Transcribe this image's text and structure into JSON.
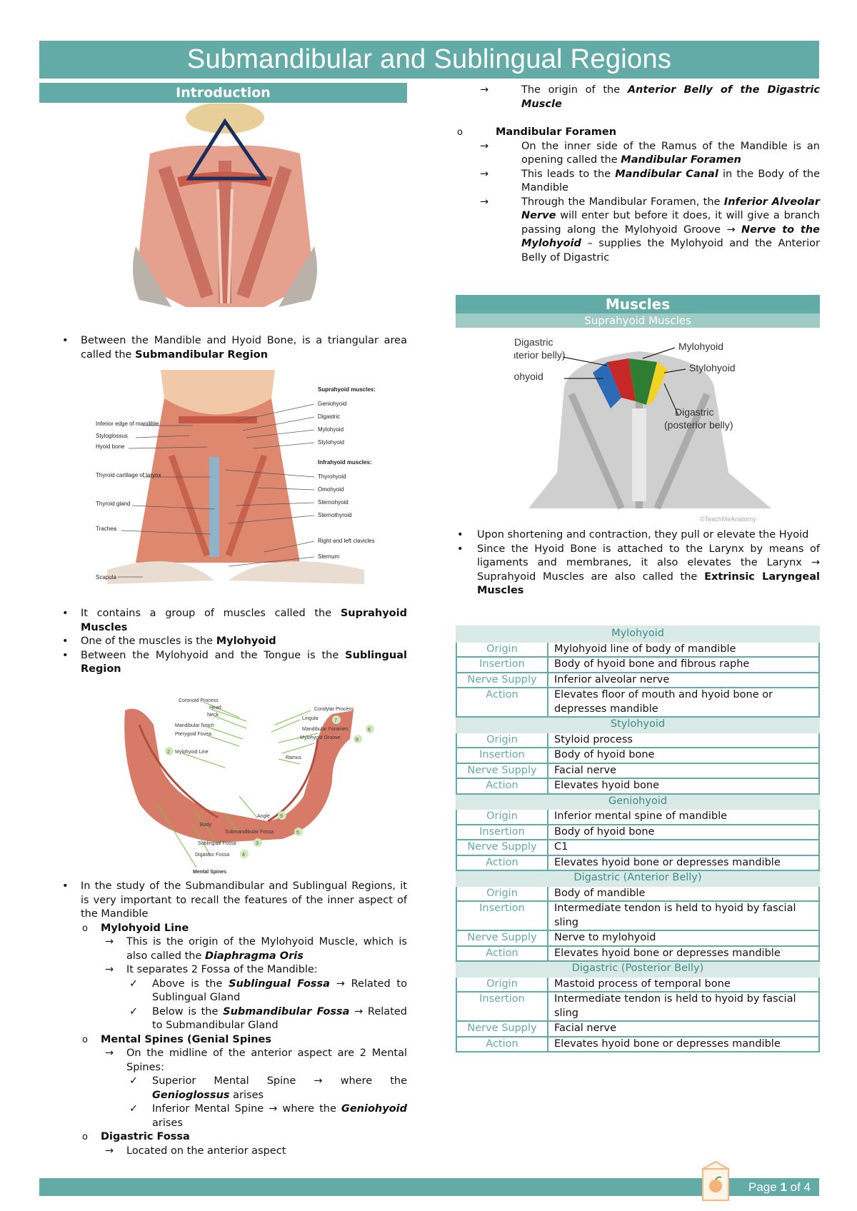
{
  "title": "Submandibular and Sublingual Regions",
  "introduction": {
    "header": "Introduction",
    "bullet1_a": "Between the Mandible and Hyoid Bone, is a triangular area called the ",
    "bullet1_b": "Submandibular Region",
    "fig2_labels": {
      "left": [
        "Inferior edge of mandible",
        "Styloglossus",
        "Hyoid bone",
        "Thyroid cartilage of larynx",
        "Thyroid gland",
        "Trachea",
        "Scapula"
      ],
      "supra_head": "Suprahyoid muscles:",
      "supra": [
        "Geniohyoid",
        "Digastric",
        "Mylohyoid",
        "Stylohyoid"
      ],
      "infra_head": "Infrahyoid muscles:",
      "infra": [
        "Thyrohyoid",
        "Omohyoid",
        "Sternohyoid",
        "Sternothyroid"
      ],
      "bottom_right": [
        "Right and left clavicles",
        "Sternum"
      ]
    },
    "bullet2_a": "It contains a group of muscles called the ",
    "bullet2_b": "Suprahyoid Muscles",
    "bullet3_a": "One of the muscles is the ",
    "bullet3_b": "Mylohyoid",
    "bullet4_a": "Between the Mylohyoid and the Tongue is the ",
    "bullet4_b": "Sublingual Region",
    "fig3_labels": {
      "left": [
        "Coronoid Process",
        "Head",
        "Neck",
        "Mandibular Notch",
        "Pterygoid Fovea",
        "Mylohyoid Line"
      ],
      "right": [
        "Condylar Process",
        "Lingula",
        "Mandibular Foramen",
        "Mylohyoid Groove",
        "Ramus"
      ],
      "bottom": [
        "Angle",
        "Body",
        "Submandibular Fossa",
        "Sublingual Fossa",
        "Digastric Fossa",
        "Mental Spines"
      ],
      "nums": [
        "7",
        "6",
        "8",
        "2",
        "9",
        "5",
        "3",
        "4"
      ]
    },
    "bullet5": "In the study of the Submandibular and Sublingual Regions, it is very important to recall the features of the inner aspect of the Mandible",
    "mylohyoid_line": "Mylohyoid Line",
    "ml_a1": "This is the origin of the Mylohyoid Muscle, which is also called the ",
    "ml_a1_b": "Diaphragma Oris",
    "ml_a2": "It separates 2 Fossa of the Mandible:",
    "ml_c1_a": "Above is the ",
    "ml_c1_b": "Sublingual Fossa",
    "ml_c1_c": " → Related to Sublingual Gland",
    "ml_c2_a": "Below is the ",
    "ml_c2_b": "Submandibular Fossa",
    "ml_c2_c": " → Related to Submandibular Gland",
    "mental_spines": "Mental Spines (Genial Spines",
    "ms_a1": "On the midline of the anterior aspect are 2 Mental Spines:",
    "ms_c1_a": "Superior Mental Spine → where the ",
    "ms_c1_b": "Genioglossus",
    "ms_c1_c": " arises",
    "ms_c2_a": "Inferior Mental Spine → where the ",
    "ms_c2_b": "Geniohyoid",
    "ms_c2_c": " arises",
    "digastric_fossa": "Digastric Fossa",
    "df_a1": "Located on the anterior aspect"
  },
  "right_column": {
    "df_a2_a": "The origin of the ",
    "df_a2_b": "Anterior Belly of the Digastric Muscle",
    "mandibular_foramen": "Mandibular Foramen",
    "mf_a1_a": "On the inner side of the Ramus of the Mandible is an opening called the ",
    "mf_a1_b": "Mandibular Foramen",
    "mf_a2_a": "This leads to the ",
    "mf_a2_b": "Mandibular Canal",
    "mf_a2_c": " in the Body of the Mandible",
    "mf_a3_a": "Through the Mandibular Foramen, the ",
    "mf_a3_b": "Inferior Alveolar Nerve",
    "mf_a3_c": " will enter but before it does, it will give a branch passing along the Mylohyoid Groove → ",
    "mf_a3_d": "Nerve to the Mylohyoid",
    "mf_a3_e": " – supplies the Mylohyoid and the Anterior Belly of Digastric",
    "muscles_header": "Muscles",
    "suprahyoid_header": "Suprahyoid Muscles",
    "fig4_labels": {
      "digastric_ant": "Digastric",
      "digastric_ant_sub": "(anterior belly)",
      "geniohyoid": "Geniohyoid",
      "mylohyoid": "Mylohyoid",
      "stylohyoid": "Stylohyoid",
      "digastric_post": "Digastric",
      "digastric_post_sub": "(posterior belly)",
      "watermark": "©TeachMeAnatomy"
    },
    "bullet6": "Upon shortening and contraction, they pull or elevate the Hyoid",
    "bullet7_a": "Since the Hyoid Bone is attached to the Larynx by means of ligaments and membranes, it also elevates the Larynx → Suprahyoid Muscles are also called the ",
    "bullet7_b": "Extrinsic Laryngeal Muscles"
  },
  "muscle_table": [
    {
      "name": "Mylohyoid",
      "rows": [
        {
          "k": "Origin",
          "v": "Mylohyoid line of body of mandible"
        },
        {
          "k": "Insertion",
          "v": "Body of hyoid bone and fibrous raphe"
        },
        {
          "k": "Nerve Supply",
          "v": "Inferior alveolar nerve"
        },
        {
          "k": "Action",
          "v": "Elevates floor of mouth and hyoid bone or depresses mandible"
        }
      ]
    },
    {
      "name": "Stylohyoid",
      "rows": [
        {
          "k": "Origin",
          "v": "Styloid process"
        },
        {
          "k": "Insertion",
          "v": "Body of hyoid bone"
        },
        {
          "k": "Nerve Supply",
          "v": "Facial nerve"
        },
        {
          "k": "Action",
          "v": "Elevates hyoid bone"
        }
      ]
    },
    {
      "name": "Geniohyoid",
      "rows": [
        {
          "k": "Origin",
          "v": "Inferior mental spine of mandible"
        },
        {
          "k": "Insertion",
          "v": "Body of hyoid bone"
        },
        {
          "k": "Nerve Supply",
          "v": "C1"
        },
        {
          "k": "Action",
          "v": "Elevates hyoid bone or depresses mandible"
        }
      ]
    },
    {
      "name": "Digastric (Anterior Belly)",
      "rows": [
        {
          "k": "Origin",
          "v": "Body of mandible"
        },
        {
          "k": "Insertion",
          "v": "Intermediate tendon is held to hyoid by fascial sling"
        },
        {
          "k": "Nerve Supply",
          "v": "Nerve to mylohyoid"
        },
        {
          "k": "Action",
          "v": "Elevates hyoid bone or depresses mandible"
        }
      ]
    },
    {
      "name": "Digastric (Posterior Belly)",
      "rows": [
        {
          "k": "Origin",
          "v": "Mastoid process of temporal bone"
        },
        {
          "k": "Insertion",
          "v": "Intermediate tendon is held to hyoid by fascial sling"
        },
        {
          "k": "Nerve Supply",
          "v": "Facial nerve"
        },
        {
          "k": "Action",
          "v": "Elevates hyoid bone or depresses mandible"
        }
      ]
    }
  ],
  "footer": {
    "page_prefix": "Page ",
    "page_num": "1",
    "page_suffix": " of 4"
  },
  "colors": {
    "accent": "#63aba6",
    "accent_light": "#9fcbc5",
    "table_head_bg": "#d9e9e6",
    "muscle": "#d9786a"
  }
}
